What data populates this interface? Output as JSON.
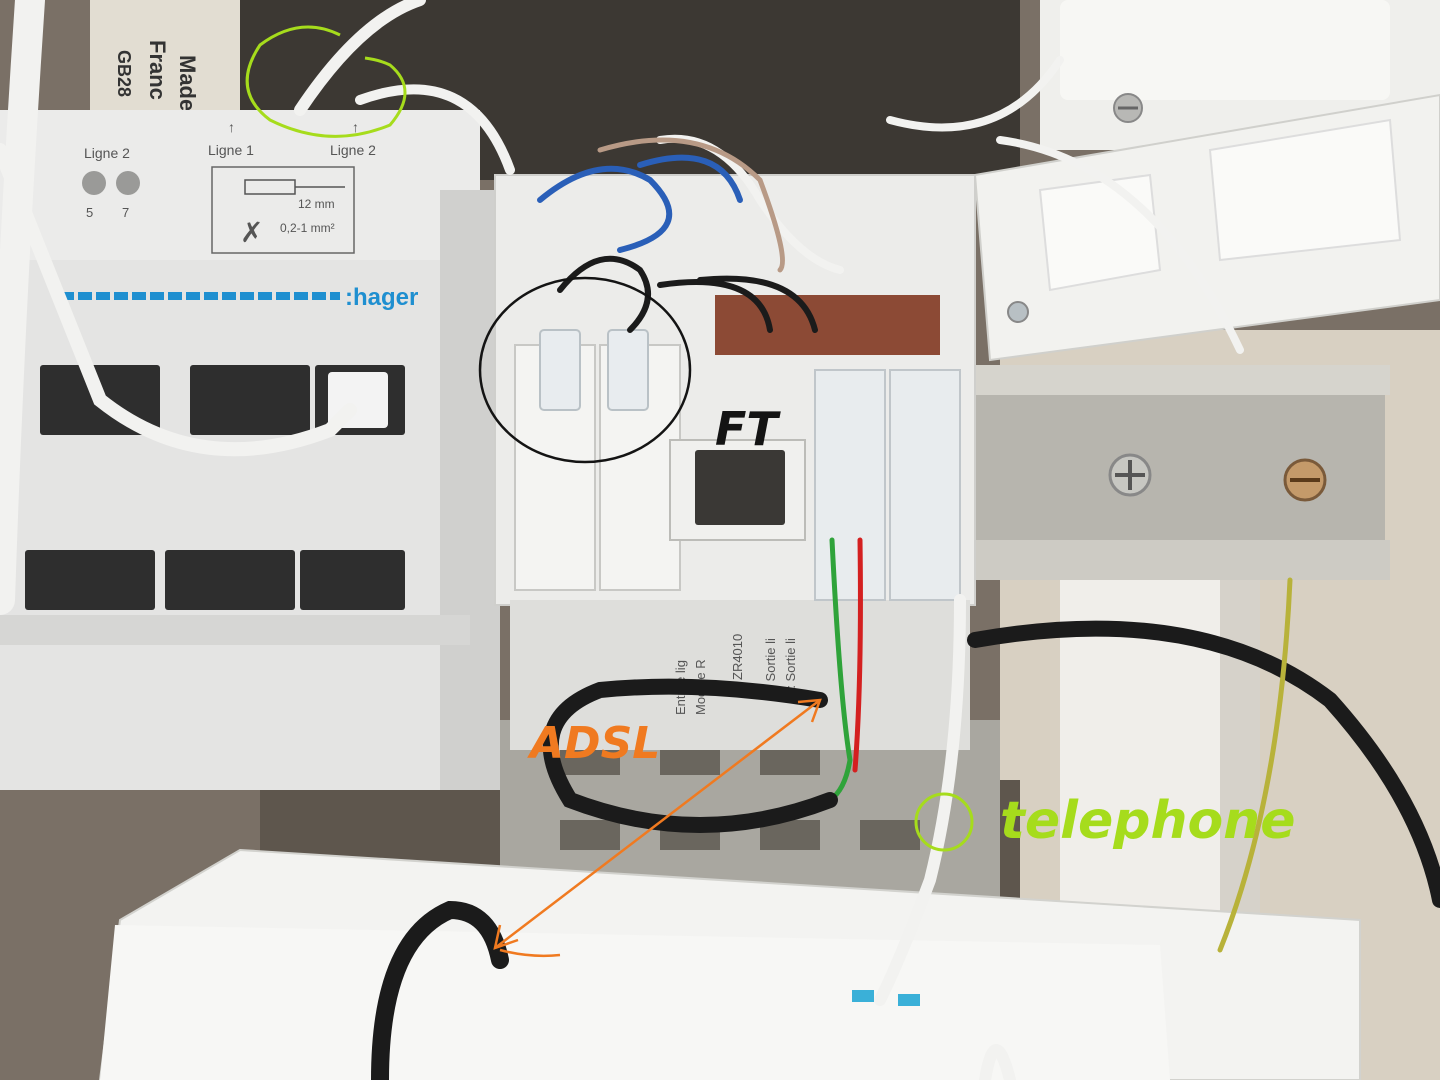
{
  "hager_module": {
    "brand": ":hager",
    "labels": {
      "ligne2_left": "Ligne 2",
      "ligne1": "Ligne 1",
      "ligne2_right": "Ligne 2",
      "port5": "5",
      "port7": "7",
      "strip_length": "12 mm",
      "wire_gauge": "0,2-1 mm²"
    }
  },
  "background_module": {
    "text_lines": [
      "Made",
      "Franc",
      "GB28"
    ]
  },
  "ft_module": {
    "model": "ZR4010",
    "side_text": [
      "Entrée lig",
      "Module R",
      "ZR4010",
      "T : Sortie li",
      "T : Sortie li"
    ]
  },
  "annotations": {
    "ft": "FT",
    "adsl": "ADSL",
    "telephone": "telephone"
  },
  "colors": {
    "wall": "#c9c0b2",
    "module_white": "#e9e9e9",
    "hager_blue": "#1f8fd0",
    "annotation_green": "#a6dc1c",
    "annotation_orange": "#f07a20",
    "annotation_black": "#141414",
    "wire_green": "#2fa33a",
    "wire_red": "#d42020",
    "cable_black": "#1b1b1b",
    "cable_white": "#f2f2f0"
  }
}
